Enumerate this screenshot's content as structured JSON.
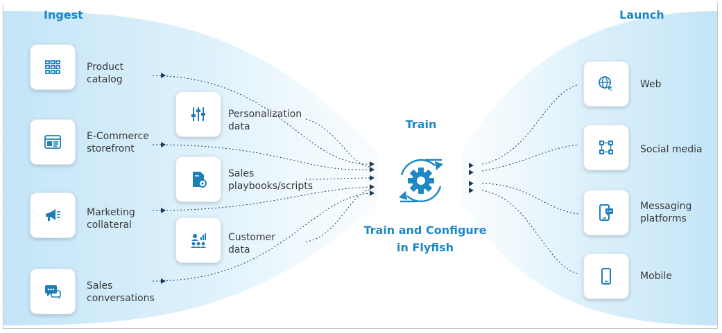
{
  "sections": {
    "ingest_title": "Ingest",
    "launch_title": "Launch",
    "train_title": "Train"
  },
  "center": {
    "line1": "Train and Configure",
    "line2": "in Flyfish"
  },
  "ingest_left": [
    {
      "line1": "Product",
      "line2": "catalog",
      "icon": "grid-icon"
    },
    {
      "line1": "E-Commerce",
      "line2": "storefront",
      "icon": "storefront-icon"
    },
    {
      "line1": "Marketing",
      "line2": "collateral",
      "icon": "megaphone-icon"
    },
    {
      "line1": "Sales",
      "line2": "conversations",
      "icon": "chat-icon"
    }
  ],
  "ingest_middle": [
    {
      "line1": "Personalization",
      "line2": "data",
      "icon": "sliders-icon"
    },
    {
      "line1": "Sales",
      "line2": "playbooks/scripts",
      "icon": "document-gear-icon"
    },
    {
      "line1": "Customer",
      "line2": "data",
      "icon": "people-chart-icon"
    }
  ],
  "launch": [
    {
      "line1": "Web",
      "line2": "",
      "icon": "globe-cursor-icon"
    },
    {
      "line1": "Social media",
      "line2": "",
      "icon": "share-network-icon"
    },
    {
      "line1": "Messaging",
      "line2": "platforms",
      "icon": "phone-message-icon"
    },
    {
      "line1": "Mobile",
      "line2": "",
      "icon": "smartphone-icon"
    }
  ],
  "colors": {
    "accent": "#1e88c6",
    "icon": "#1e7fb8",
    "glow": "#bfe3f7",
    "arrow": "#1b3a57",
    "text": "#3a3a3a"
  }
}
